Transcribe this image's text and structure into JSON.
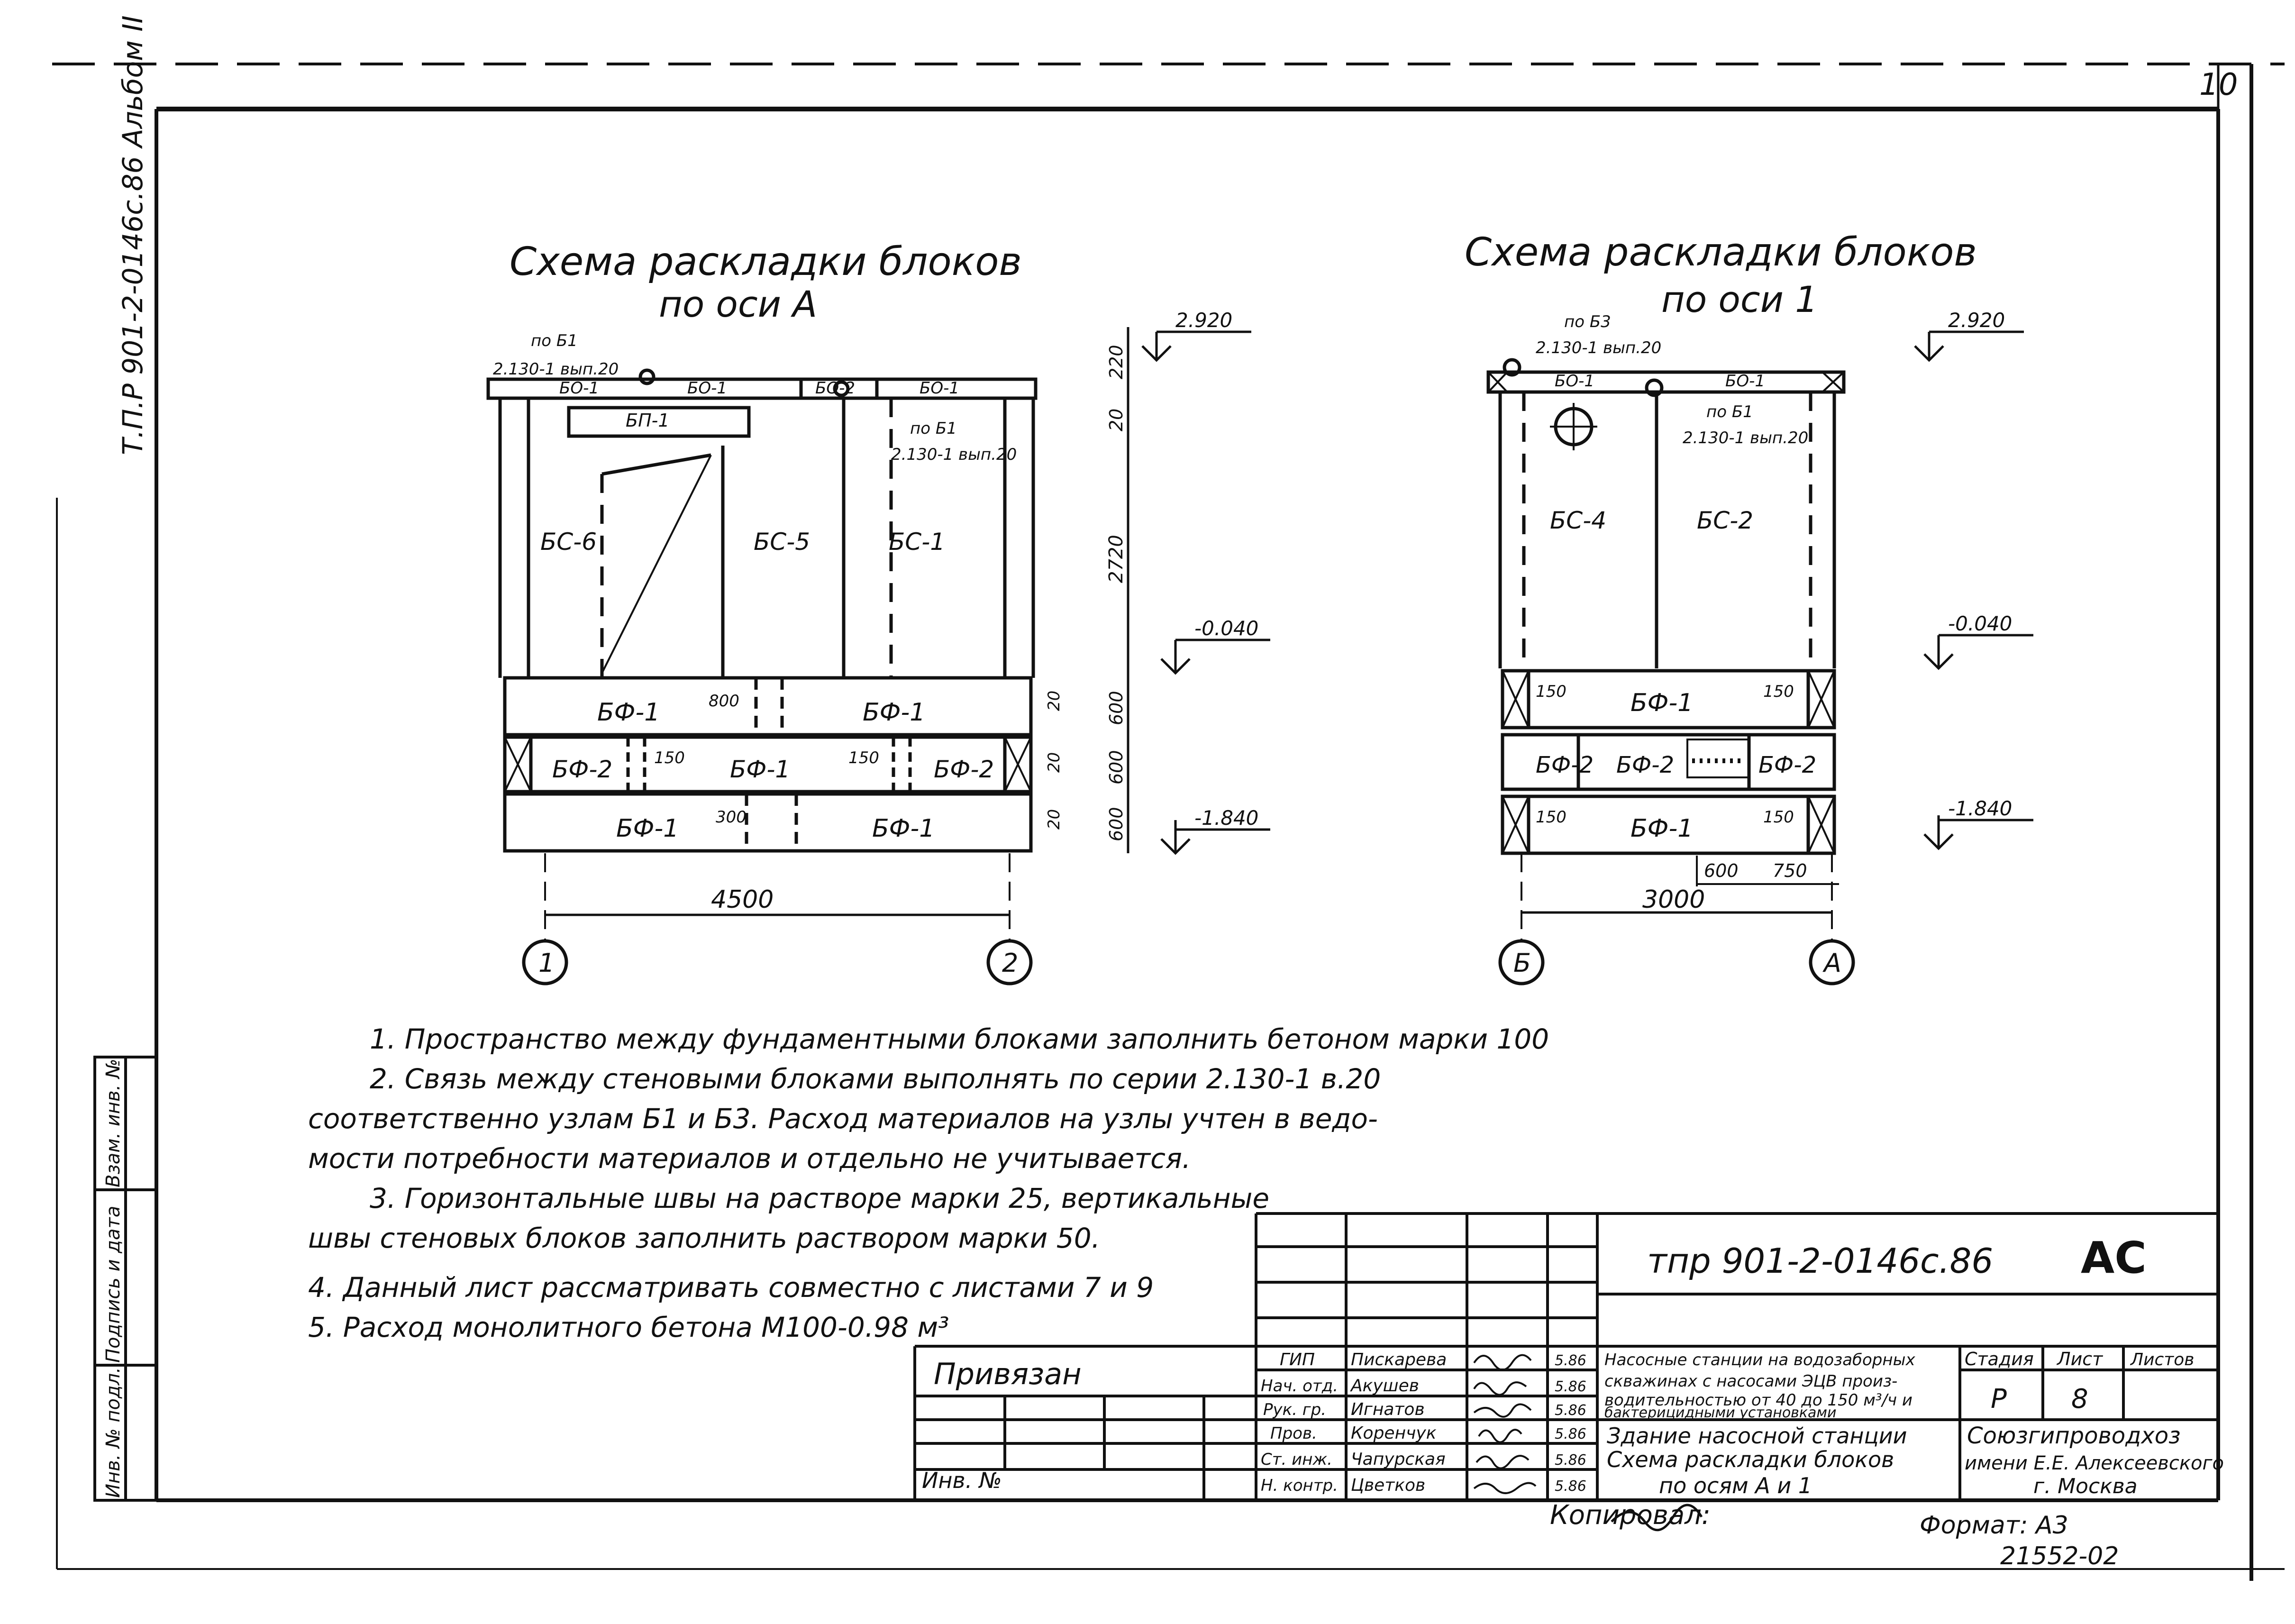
{
  "sheet_number": "10",
  "album_stamp": "Т.П.Р 901-2-0146с.86 Альбом II",
  "left_strip": {
    "inv_no": "Инв. № подл.",
    "sign_date": "Подпись и дата",
    "replace_inv": "Взам. инв. №"
  },
  "scheme_a": {
    "title_line1": "Схема раскладки блоков",
    "title_line2": "по оси А",
    "ref_b1": "по Б1",
    "ref_b1_series": "2.130-1 вып.20",
    "ref_b1b": "по Б1",
    "ref_b1b_series": "2.130-1 вып.20",
    "beams": [
      "БО-1",
      "БО-1",
      "БО-2",
      "БО-1"
    ],
    "lintel": "БП-1",
    "wall_blocks": [
      "БС-6",
      "БС-5",
      "БС-1"
    ],
    "found_row1": [
      "БФ-1",
      "БФ-1"
    ],
    "found_row2": [
      "БФ-2",
      "БФ-1",
      "БФ-2"
    ],
    "found_row3": [
      "БФ-1",
      "БФ-1"
    ],
    "gap_800": "800",
    "gap_150a": "150",
    "gap_150b": "150",
    "gap_300": "300",
    "elev_top": "2.920",
    "elev_mid": "-0.040",
    "elev_bot": "-1.840",
    "dim_220": "220",
    "dim_20a": "20",
    "dim_2720": "2720",
    "dim_600a": "600",
    "dim_600b": "600",
    "dim_600c": "600",
    "dim_20b": "20",
    "dim_20c": "20",
    "dim_20d": "20",
    "width": "4500",
    "axis_left": "1",
    "axis_right": "2"
  },
  "scheme_1": {
    "title_line1": "Схема раскладки блоков",
    "title_line2": "по оси 1",
    "ref_b3": "по Б3",
    "ref_b3_series": "2.130-1 вып.20",
    "ref_b1": "по Б1",
    "ref_b1_series": "2.130-1 вып.20",
    "beams": [
      "БО-1",
      "БО-1"
    ],
    "wall_blocks": [
      "БС-4",
      "БС-2"
    ],
    "found_row1": [
      "БФ-1"
    ],
    "found_row2": [
      "БФ-2",
      "БФ-2",
      "БФ-2"
    ],
    "found_row3": [
      "БФ-1"
    ],
    "gap_150a": "150",
    "gap_150b": "150",
    "gap_150c": "150",
    "gap_150d": "150",
    "dim_600": "600",
    "dim_750": "750",
    "width": "3000",
    "elev_top": "2.920",
    "elev_mid": "-0.040",
    "elev_bot": "-1.840",
    "axis_left": "Б",
    "axis_right": "А"
  },
  "notes": [
    "1. Пространство между фундаментными блоками заполнить бетоном марки 100",
    "2. Связь между стеновыми блоками выполнять по серии 2.130-1 в.20",
    "соответственно узлам Б1 и Б3. Расход материалов на узлы учтен в ведо-",
    "мости потребности материалов и отдельно не учитывается.",
    "3. Горизонтальные швы на растворе марки 25, вертикальные",
    "швы стеновых блоков заполнить раствором марки 50.",
    "4. Данный лист рассматривать совместно с листами 7 и 9",
    "5. Расход монолитного бетона М100-0.98 м³"
  ],
  "title_block": {
    "project_code": "тпр 901-2-0146с.86",
    "mark": "АС",
    "privyazan": "Привязан",
    "inv_label": "Инв. №",
    "roles": [
      "ГИП",
      "Нач. отд.",
      "Рук. гр.",
      "Пров.",
      "Ст. инж.",
      "Н. контр."
    ],
    "names": [
      "Пискарева",
      "Акушев",
      "Игнатов",
      "Коренчук",
      "Чапурская",
      "Цветков"
    ],
    "dates": [
      "5.86",
      "5.86",
      "5.86",
      "5.86",
      "5.86",
      "5.86"
    ],
    "object_desc": "Насосные станции на водозаборных скважинах с насосами ЭЦВ производительностью от 40 до 150 м³/ч и бактерицидными установками",
    "sheet_title": "Здание насосной станции Схема раскладки блоков по осям А и 1",
    "stage_label": "Стадия",
    "sheet_label": "Лист",
    "sheets_label": "Листов",
    "stage": "Р",
    "sheet": "8",
    "org_name": "Союзгипроводхоз",
    "org_line2": "имени Е.Е. Алексеевского",
    "org_city": "г. Москва",
    "copied": "Копировал:",
    "format": "Формат: А3",
    "order_no": "21552-02"
  }
}
